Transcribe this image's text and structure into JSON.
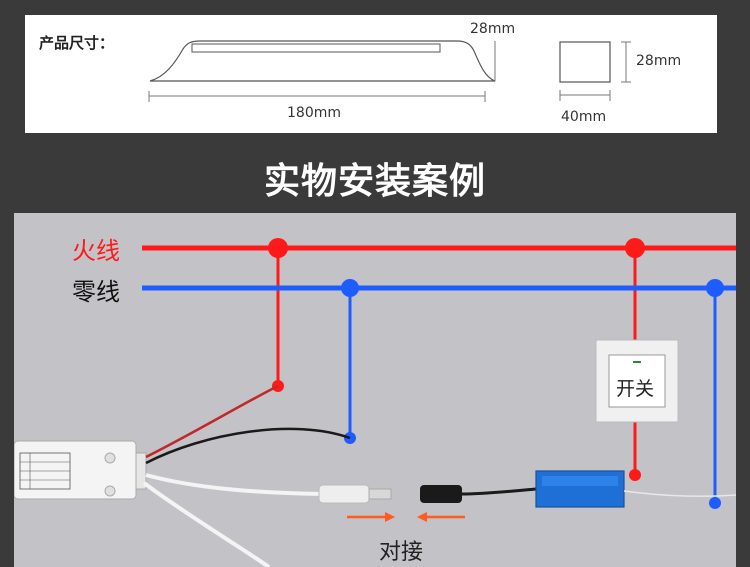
{
  "spec": {
    "label": "产品尺寸：",
    "height_side": "28mm",
    "length": "180mm",
    "height_end": "28mm",
    "width": "40mm"
  },
  "section_title": "实物安装案例",
  "diagram": {
    "live_wire_label": "火线",
    "neutral_wire_label": "零线",
    "switch_label": "开关",
    "join_label": "对接"
  },
  "colors": {
    "live": "#ff1a1a",
    "neutral": "#1e5cff",
    "arrow": "#ff5a1f"
  }
}
